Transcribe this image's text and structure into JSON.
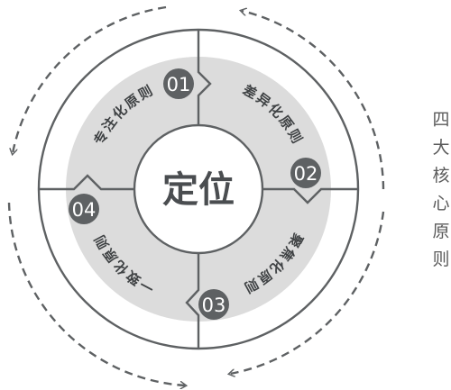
{
  "center_title": "定位",
  "side_title": [
    "四",
    "大",
    "核",
    "心",
    "原",
    "则"
  ],
  "principles": [
    {
      "number": "01",
      "label": "专注化原则"
    },
    {
      "number": "02",
      "label": "差异化原则"
    },
    {
      "number": "03",
      "label": "聚焦化原则"
    },
    {
      "number": "04",
      "label": "一致化原则"
    }
  ],
  "colors": {
    "ring_stroke": "#5e6163",
    "inner_fill": "#dcdcdc",
    "badge_fill": "#5e6163",
    "badge_text": "#ffffff",
    "label_text": "#3f4244",
    "center_text": "#4a4d50",
    "dash_arrows": "#5e6163"
  }
}
